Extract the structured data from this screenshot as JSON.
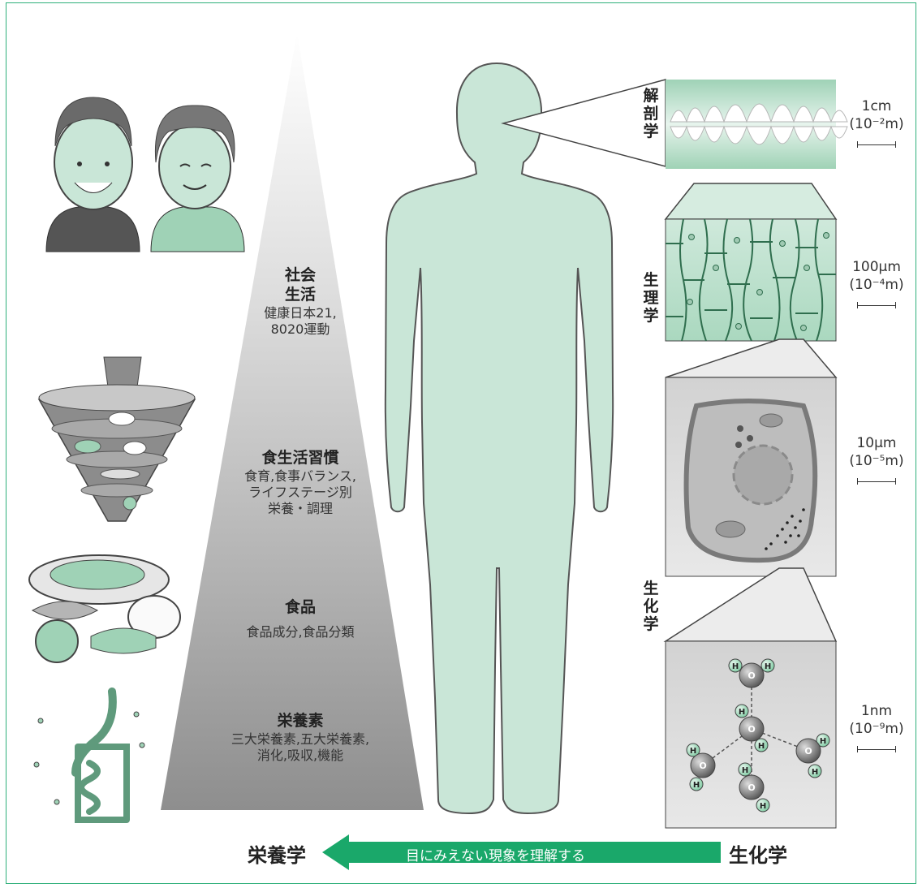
{
  "pyramid": {
    "levels": [
      {
        "heading_lines": [
          "社会",
          "生活"
        ],
        "text_lines": [
          "健康日本21,",
          "8020運動"
        ]
      },
      {
        "heading_lines": [
          "食生活習慣"
        ],
        "text_lines": [
          "食育,食事バランス,",
          "ライフステージ別",
          "栄養・調理"
        ]
      },
      {
        "heading_lines": [
          "食品"
        ],
        "text_lines": [
          "食品成分,食品分類"
        ]
      },
      {
        "heading_lines": [
          "栄養素"
        ],
        "text_lines": [
          "三大栄養素,五大栄養素,",
          "消化,吸収,機能"
        ]
      }
    ]
  },
  "zoom_panels": [
    {
      "subject": [
        "解",
        "剖",
        "学"
      ],
      "scale_top": "1cm",
      "scale_bottom": "(10⁻²m)"
    },
    {
      "subject": [
        "生",
        "理",
        "学"
      ],
      "scale_top": "100μm",
      "scale_bottom": "(10⁻⁴m)"
    },
    {
      "subject": [
        "生",
        "化",
        "学"
      ],
      "scale_top": "10μm",
      "scale_bottom": "(10⁻⁵m)"
    },
    {
      "subject": [],
      "scale_top": "1nm",
      "scale_bottom": "(10⁻⁹m)"
    }
  ],
  "molecule": {
    "atom_h": "H",
    "atom_o": "O"
  },
  "arrow": {
    "left_label": "栄養学",
    "text": "目にみえない現象を理解する",
    "right_label": "生化学",
    "color": "#1aa86a"
  },
  "colors": {
    "body": "#c9e6d7",
    "accent": "#2fb07a",
    "outline": "#555555"
  }
}
